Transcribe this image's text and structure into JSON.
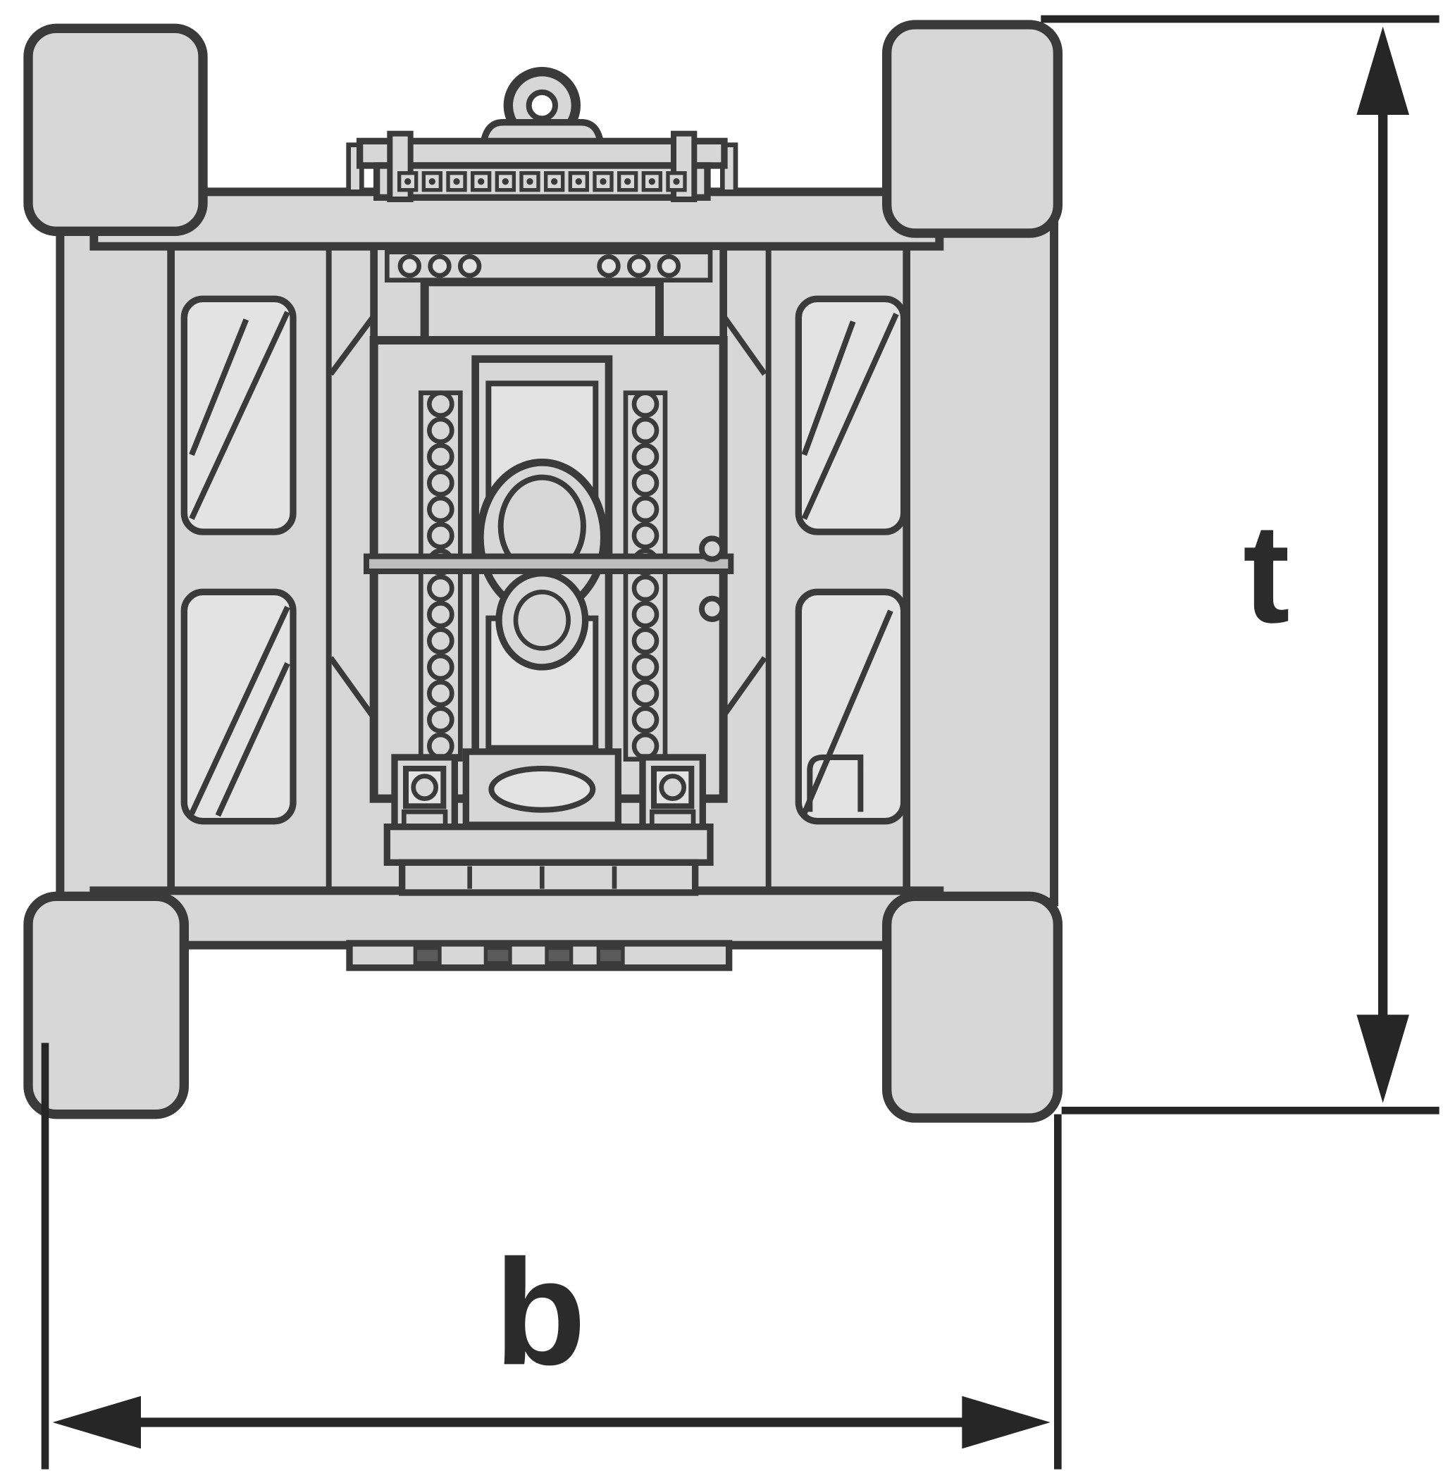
{
  "diagram": {
    "type": "technical-drawing",
    "description": "Top view of a machine (plate compactor style) with four corner pads, side rails, central spring-mounted engine block, and overall dimension callouts",
    "labels": {
      "height_dimension": "t",
      "width_dimension": "b"
    },
    "colors": {
      "background": "#ffffff",
      "part_fill": "#d7d7d7",
      "part_fill_light": "#e3e3e3",
      "outline": "#3a3a3a",
      "dimension": "#262626",
      "label_text": "#2b2b2b"
    }
  }
}
